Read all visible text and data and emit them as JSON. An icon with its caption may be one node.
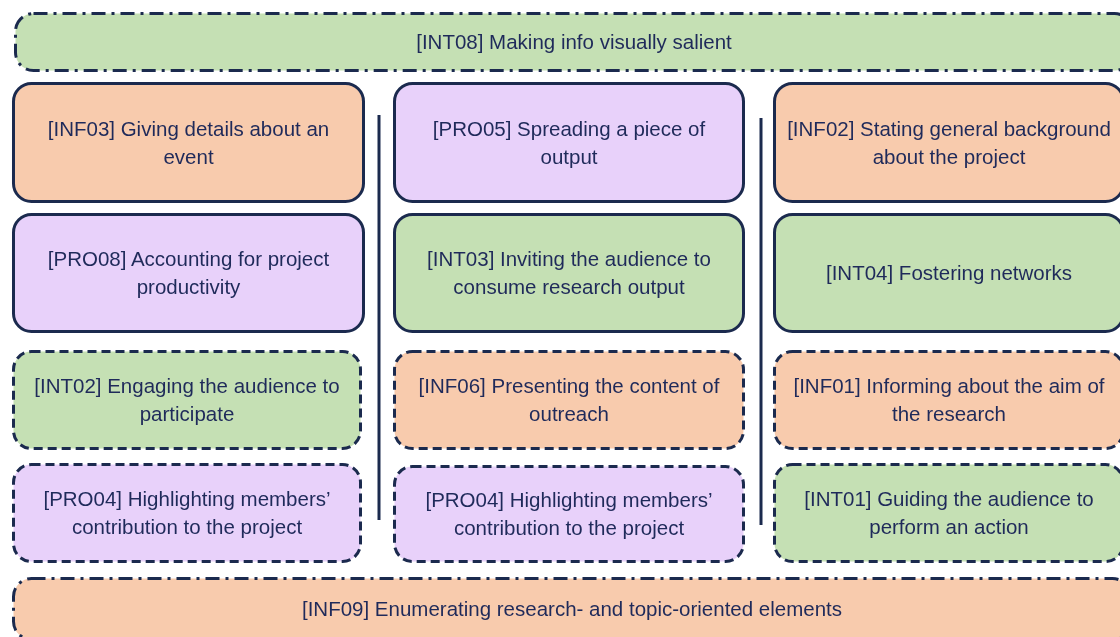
{
  "diagram": {
    "nodes": [
      {
        "text": [
          "[INT08] Making info visually salient"
        ]
      },
      {
        "text": [
          "[INF03] Giving details about an event"
        ]
      },
      {
        "text": [
          "[PRO08] Accounting for project productivity"
        ]
      },
      {
        "text": [
          "[INT02] Engaging the audience to participate"
        ]
      },
      {
        "text": [
          "[PRO04] Highlighting members’ contribution to the project"
        ]
      },
      {
        "text": [
          "[PRO05] Spreading a piece of output"
        ]
      },
      {
        "text": [
          "[INT03] Inviting the audience to consume research output"
        ]
      },
      {
        "text": [
          "[INF06] Presenting the content of outreach"
        ]
      },
      {
        "text": [
          "[PRO04] Highlighting members’ contribution to the project"
        ]
      },
      {
        "text": [
          "[INF02] Stating general background about the project"
        ]
      },
      {
        "text": [
          "[INT04] Fostering networks"
        ]
      },
      {
        "text": [
          "[INF01] Informing about the aim of the research"
        ]
      },
      {
        "text": [
          "[INT01] Guiding the audience to perform an action"
        ]
      },
      {
        "text": [
          "[INF09] Enumerating research- and topic-oriented elements"
        ]
      }
    ],
    "edges": []
  }
}
